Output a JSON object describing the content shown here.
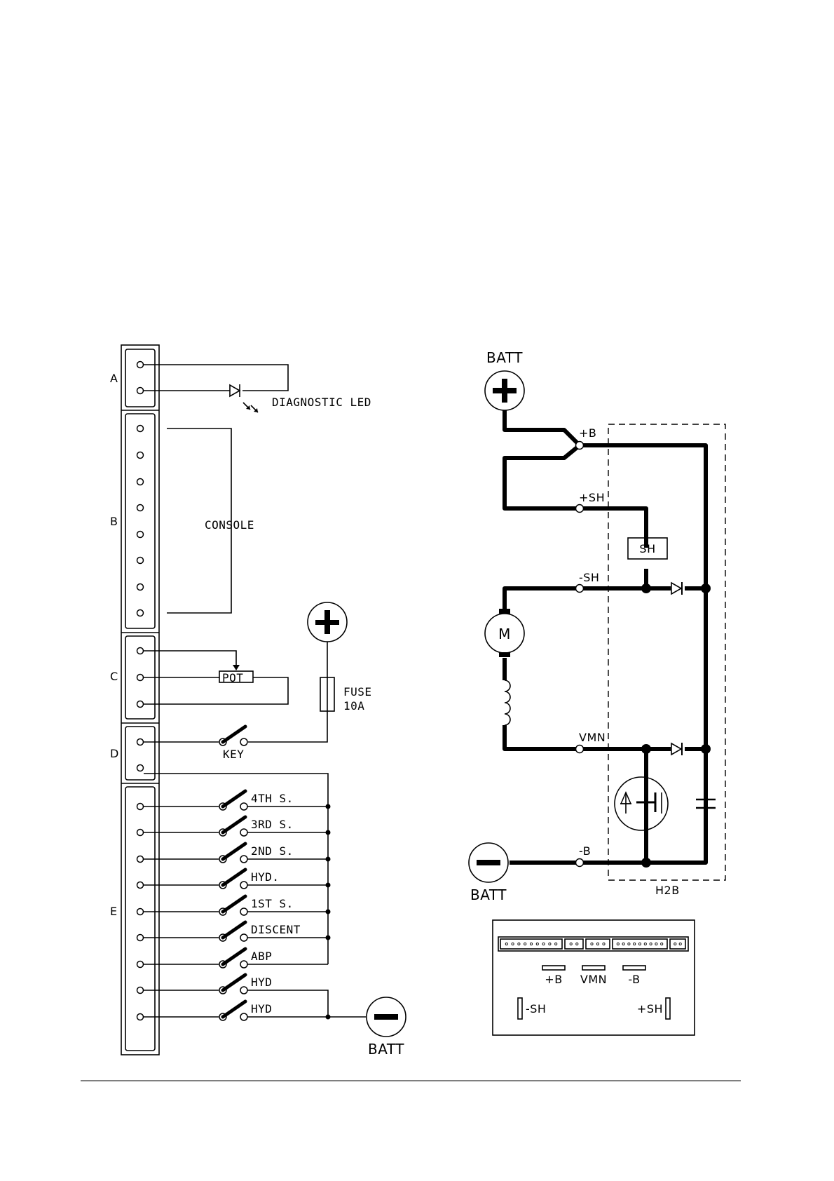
{
  "connector_groups": [
    "A",
    "B",
    "C",
    "D",
    "E"
  ],
  "left": {
    "diagnostic_led": "DIAGNOSTIC LED",
    "console": "CONSOLE",
    "pot": "POT",
    "fuse_line1": "FUSE",
    "fuse_line2": "10A",
    "key": "KEY",
    "switches": [
      "4TH S.",
      "3RD S.",
      "2ND S.",
      "HYD.",
      "1ST S.",
      "DISCENT",
      "ABP",
      "HYD",
      "HYD"
    ],
    "batt_negative": "BATT"
  },
  "right": {
    "batt_positive": "BATT",
    "batt_negative": "BATT",
    "terminals": [
      "+B",
      "+SH",
      "-SH",
      "VMN",
      "-B"
    ],
    "shunt_field": "SH",
    "motor": "M",
    "module": "H2B"
  },
  "layout_panel": {
    "terminals": [
      "+B",
      "VMN",
      "-B"
    ],
    "side_left": "-SH",
    "side_right": "+SH"
  }
}
